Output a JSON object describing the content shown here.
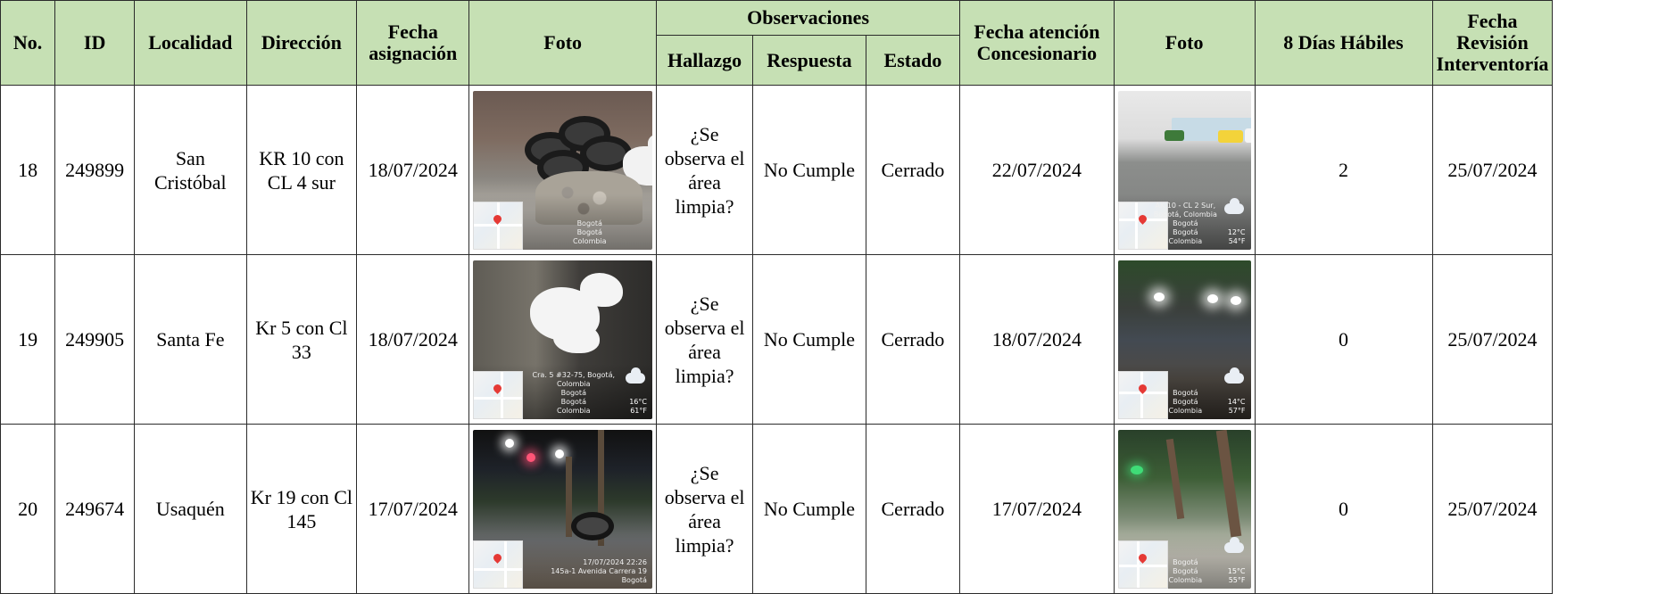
{
  "headers": {
    "no": "No.",
    "id": "ID",
    "localidad": "Localidad",
    "direccion": "Dirección",
    "fecha_asignacion": "Fecha asignación",
    "foto": "Foto",
    "observaciones": "Observaciones",
    "hallazgo": "Hallazgo",
    "respuesta": "Respuesta",
    "estado": "Estado",
    "fecha_atencion": "Fecha atención Concesionario",
    "foto2": "Foto",
    "dias_habiles": "8 Días Hábiles",
    "fecha_revision": "Fecha Revisión Interventoría"
  },
  "rows": [
    {
      "no": "18",
      "id": "249899",
      "localidad": "San Cristóbal",
      "direccion": "KR 10 con CL 4 sur",
      "fecha_asignacion": "18/07/2024",
      "hallazgo": "¿Se observa el área limpia?",
      "respuesta": "No Cumple",
      "estado": "Cerrado",
      "fecha_atencion": "22/07/2024",
      "dias_habiles": "2",
      "fecha_revision": "25/07/2024"
    },
    {
      "no": "19",
      "id": "249905",
      "localidad": "Santa Fe",
      "direccion": "Kr 5 con Cl 33",
      "fecha_asignacion": "18/07/2024",
      "hallazgo": "¿Se observa el área limpia?",
      "respuesta": "No Cumple",
      "estado": "Cerrado",
      "fecha_atencion": "18/07/2024",
      "dias_habiles": "0",
      "fecha_revision": "25/07/2024"
    },
    {
      "no": "20",
      "id": "249674",
      "localidad": "Usaquén",
      "direccion": "Kr 19 con Cl 145",
      "fecha_asignacion": "17/07/2024",
      "hallazgo": "¿Se observa el área limpia?",
      "respuesta": "No Cumple",
      "estado": "Cerrado",
      "fecha_atencion": "17/07/2024",
      "dias_habiles": "0",
      "fecha_revision": "25/07/2024"
    }
  ],
  "photos": {
    "r18_before": {
      "stamp": [
        "Bogotá",
        "Bogotá",
        "Colombia"
      ]
    },
    "r18_after": {
      "stamp": [
        "AK 10 - CL 2 Sur, Bogotá, Colombia",
        "Bogotá",
        "Bogotá",
        "Colombia"
      ],
      "temp": [
        "12°C",
        "54°F"
      ]
    },
    "r19_before": {
      "stamp": [
        "Cra. 5 #32-75, Bogotá, Colombia",
        "Bogotá",
        "Bogotá",
        "Colombia"
      ],
      "temp": [
        "16°C",
        "61°F"
      ]
    },
    "r19_after": {
      "stamp": [
        "Bogotá",
        "Bogotá",
        "Colombia"
      ],
      "temp": [
        "14°C",
        "57°F"
      ]
    },
    "r20_before": {
      "stamp": [
        "17/07/2024 22:26",
        "145a-1 Avenida Carrera 19",
        "Bogotá"
      ]
    },
    "r20_after": {
      "stamp": [
        "Bogotá",
        "Bogotá",
        "Colombia"
      ],
      "temp": [
        "15°C",
        "55°F"
      ]
    }
  },
  "colors": {
    "header_bg": "#c6e0b4",
    "border": "#2b2b2b"
  }
}
